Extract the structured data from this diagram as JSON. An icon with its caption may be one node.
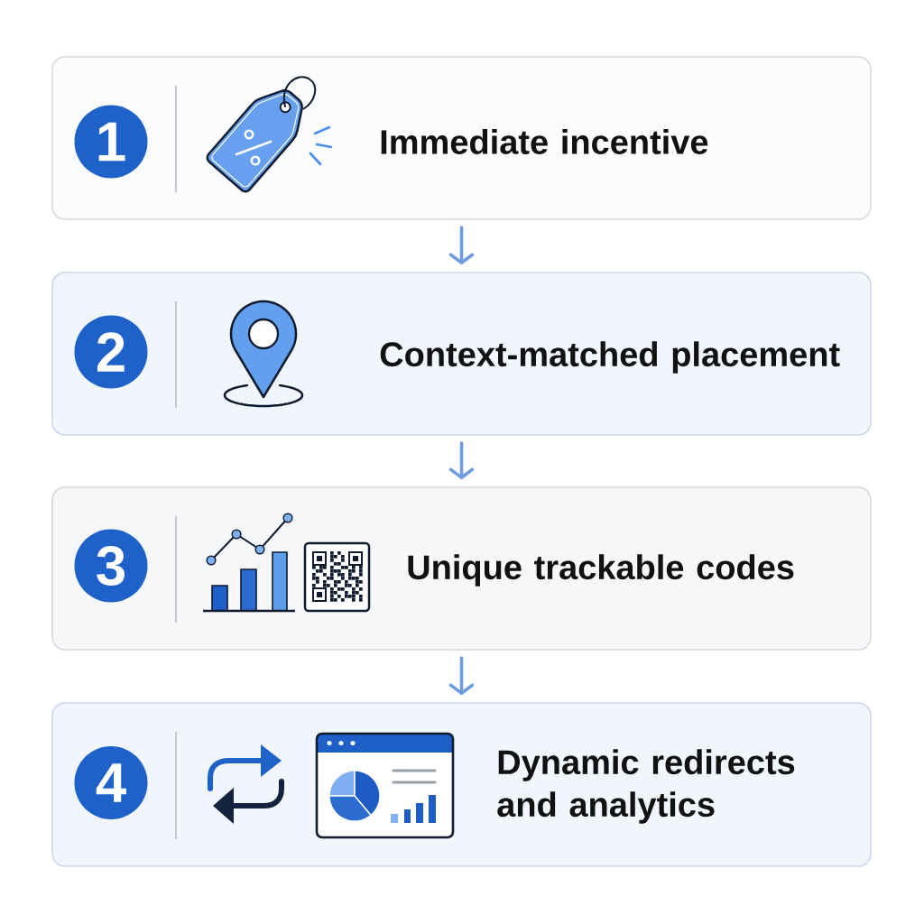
{
  "diagram": {
    "nodes": [
      {
        "text": [
          "Immediate incentive"
        ]
      },
      {
        "text": [
          "1"
        ],
        "in": 0
      },
      {
        "text": [
          "Context-matched placement"
        ]
      },
      {
        "text": [
          "2"
        ],
        "in": 2
      },
      {
        "text": [
          "Unique trackable codes"
        ]
      },
      {
        "text": [
          "3"
        ],
        "in": 4
      },
      {
        "text": [
          "Dynamic redirects and analytics"
        ]
      },
      {
        "text": [
          "4"
        ],
        "in": 6
      }
    ],
    "edges": [
      {
        "from": 0,
        "to": 2,
        "arrow": "to"
      },
      {
        "from": 2,
        "to": 4,
        "arrow": "to"
      },
      {
        "from": 4,
        "to": 6,
        "arrow": "to"
      }
    ]
  }
}
